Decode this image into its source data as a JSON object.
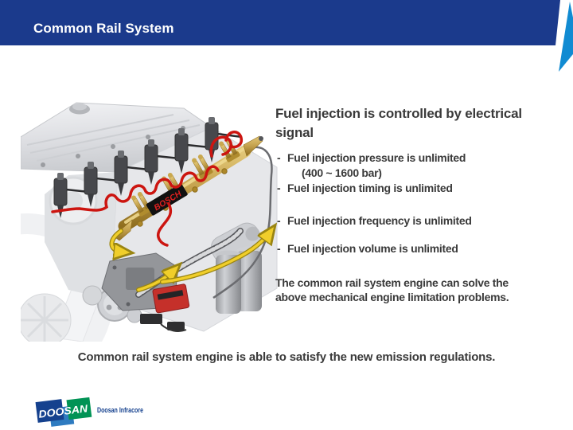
{
  "header": {
    "title": "Common Rail System"
  },
  "content": {
    "heading": "Fuel injection is controlled by electrical\nsignal",
    "bullet_marker": "-",
    "bullets": [
      {
        "text": "Fuel injection pressure is unlimited",
        "sub": "(400 ~ 1600 bar)"
      },
      {
        "text": "Fuel injection timing is unlimited"
      },
      {
        "text": "Fuel injection frequency is unlimited"
      },
      {
        "text": "Fuel injection volume is unlimited"
      }
    ],
    "note": "The common rail system engine can solve the\nabove mechanical engine limitation problems.",
    "conclusion": "Common rail system engine is able to satisfy the new emission regulations."
  },
  "engine": {
    "label": "BOSCH"
  },
  "footer": {
    "brand": "DOOSAN",
    "company": "Doosan Infracore"
  },
  "colors": {
    "header_bar": "#1B3A8C",
    "accent_ribbon": "#118BD2",
    "title_text": "#FFFFFF",
    "body_text": "#3A3A3A",
    "rail_gold": "#C3A04C",
    "pipe_red": "#CC1510",
    "flow_yellow": "#F0CE2A",
    "bosch_label_bg": "#111111",
    "bosch_label_text": "#E02020",
    "logo_navy": "#15418E",
    "logo_blue": "#2E7BC0",
    "logo_green": "#019355"
  }
}
